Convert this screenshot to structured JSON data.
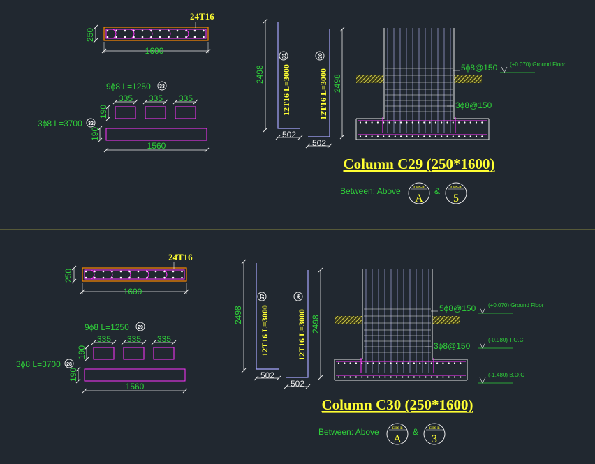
{
  "columns": [
    {
      "title": "Column C29 (250*1600)",
      "section": {
        "depth": "250",
        "width": "1600",
        "bars": "24T16"
      },
      "links": {
        "label": "9ϕ8  L=1250",
        "mark": "33",
        "spacings": [
          "335",
          "335",
          "335"
        ],
        "height": "190"
      },
      "cage_link": {
        "label": "3ϕ8  L=3700",
        "mark": "32",
        "height": "190",
        "length": "1560"
      },
      "bar_a": {
        "label": "12T16 L=3000",
        "mark": "31",
        "height": "2498",
        "lap": "502"
      },
      "bar_b": {
        "label": "12T16 L=3000",
        "mark": "30",
        "height": "2498",
        "lap": "502"
      },
      "elevation": {
        "top_links": "5ϕ8@150",
        "bottom_links": "3ϕ8@150",
        "levels": [
          "(+0.070) Ground Floor"
        ]
      },
      "between": {
        "label": "Between: Above",
        "amp": "&",
        "refs": [
          {
            "sheet": "CHS-B",
            "grid": "A"
          },
          {
            "sheet": "CHS-B",
            "grid": "5"
          }
        ]
      }
    },
    {
      "title": "Column C30 (250*1600)",
      "section": {
        "depth": "250",
        "width": "1600",
        "bars": "24T16"
      },
      "links": {
        "label": "9ϕ8  L=1250",
        "mark": "29",
        "spacings": [
          "335",
          "335",
          "335"
        ],
        "height": "190"
      },
      "cage_link": {
        "label": "3ϕ8  L=3700",
        "mark": "28",
        "height": "190",
        "length": "1560"
      },
      "bar_a": {
        "label": "12T16 L=3000",
        "mark": "27",
        "height": "2498",
        "lap": "502"
      },
      "bar_b": {
        "label": "12T16 L=3000",
        "mark": "26",
        "height": "2498",
        "lap": "502"
      },
      "elevation": {
        "top_links": "5ϕ8@150",
        "bottom_links": "3ϕ8@150",
        "levels": [
          "(+0.070) Ground Floor",
          "(-0.980) T.O.C",
          "(-1.480) B.O.C"
        ]
      },
      "between": {
        "label": "Between: Above",
        "amp": "&",
        "refs": [
          {
            "sheet": "CHS-B",
            "grid": "A"
          },
          {
            "sheet": "CHS-B",
            "grid": "3"
          }
        ]
      }
    }
  ],
  "colors": {
    "background": "#212830",
    "dimension": "#2fd13a",
    "rebar": "#ff33ff",
    "outline": "#ff8800",
    "text_highlight": "#ffff33",
    "linework": "#e8e8e8",
    "ground_hatch": "#d4d04a",
    "divider": "#8a8a40"
  }
}
